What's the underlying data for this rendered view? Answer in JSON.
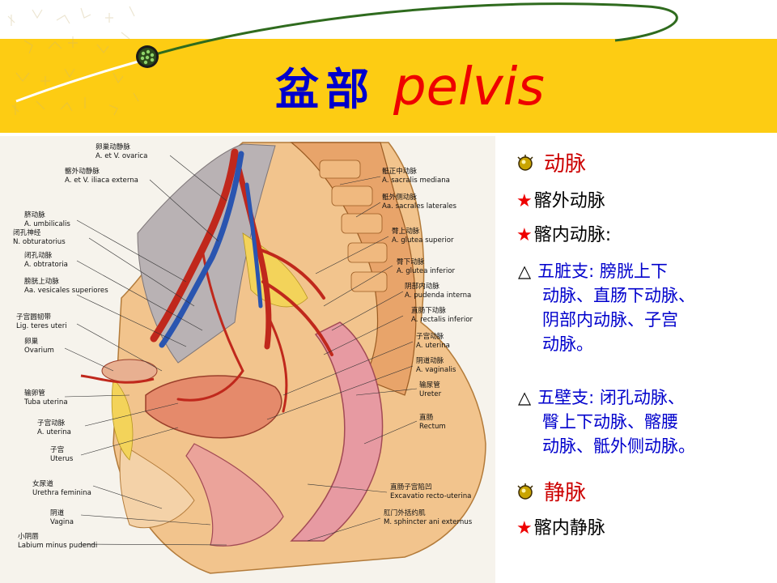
{
  "title": {
    "chinese": "盆部",
    "english": "pelvis"
  },
  "colors": {
    "title_band": "#fdcc13",
    "title_chinese": "#0000cc",
    "title_english": "#ee0000",
    "heading": "#cc0000",
    "star": "#ee0000",
    "sub_text": "#0000cc"
  },
  "illustration": {
    "icon": "pelvis-anatomy-cross-section-image",
    "labels_left": [
      {
        "cn": "卵巢动静脉",
        "en": "A. et V. ovarica"
      },
      {
        "cn": "髂外动静脉",
        "en": "A. et V. iliaca externa"
      },
      {
        "cn": "脐动脉",
        "en": "A. umbilicalis"
      },
      {
        "cn": "闭孔神经",
        "en": "N. obturatorius"
      },
      {
        "cn": "闭孔动脉",
        "en": "A. obtratoria"
      },
      {
        "cn": "膀胱上动脉",
        "en": "Aa. vesicales superiores"
      },
      {
        "cn": "子宫圆韧带",
        "en": "Lig. teres uteri"
      },
      {
        "cn": "卵巢",
        "en": "Ovarium"
      },
      {
        "cn": "输卵管",
        "en": "Tuba uterina"
      },
      {
        "cn": "子宫动脉",
        "en": "A. uterina"
      },
      {
        "cn": "子宫",
        "en": "Uterus"
      },
      {
        "cn": "女尿道",
        "en": "Urethra feminina"
      },
      {
        "cn": "阴道",
        "en": "Vagina"
      },
      {
        "cn": "小阴唇",
        "en": "Labium minus pudendi"
      }
    ],
    "labels_right": [
      {
        "cn": "骶正中动脉",
        "en": "A. sacralis mediana"
      },
      {
        "cn": "骶外侧动脉",
        "en": "Aa. sacrales laterales"
      },
      {
        "cn": "臀上动脉",
        "en": "A. glutea superior"
      },
      {
        "cn": "臀下动脉",
        "en": "A. glutea inferior"
      },
      {
        "cn": "阴部内动脉",
        "en": "A. pudenda interna"
      },
      {
        "cn": "直肠下动脉",
        "en": "A. rectalis inferior"
      },
      {
        "cn": "子宫动脉",
        "en": "A. uterina"
      },
      {
        "cn": "阴道动脉",
        "en": "A. vaginalis"
      },
      {
        "cn": "输尿管",
        "en": "Ureter"
      },
      {
        "cn": "直肠",
        "en": "Rectum"
      },
      {
        "cn": "直肠子宫陷凹",
        "en": "Excavatio recto-uterina"
      },
      {
        "cn": "肛门外括约肌",
        "en": "M. sphincter ani externus"
      }
    ]
  },
  "content": {
    "arteries": {
      "icon": "bullet-bulb-icon",
      "heading": "动脉",
      "items": [
        {
          "star": "★",
          "text": "髂外动脉"
        },
        {
          "star": "★",
          "text": "髂内动脉:"
        }
      ],
      "branches": [
        {
          "marker": "△",
          "label": "五脏支:",
          "line1": "膀胱上下",
          "lines": [
            "动脉、直肠下动脉、",
            "阴部内动脉、子宫",
            "动脉。"
          ]
        },
        {
          "marker": "△",
          "label": "五壁支:",
          "line1": "闭孔动脉、",
          "lines": [
            "臀上下动脉、髂腰",
            "动脉、骶外侧动脉。"
          ]
        }
      ]
    },
    "veins": {
      "icon": "bullet-bulb-icon",
      "heading": "静脉",
      "items": [
        {
          "star": "★",
          "text": "髂内静脉"
        }
      ]
    }
  }
}
